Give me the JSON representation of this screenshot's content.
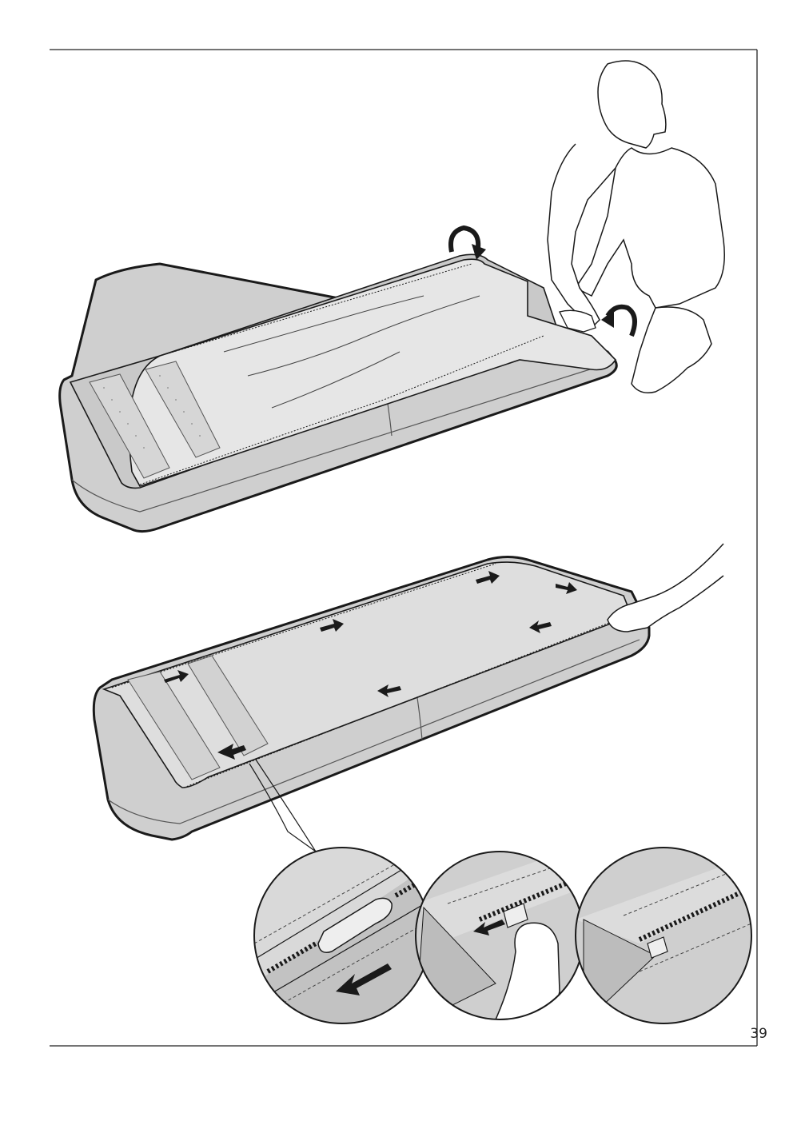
{
  "page": {
    "number": "39"
  },
  "colors": {
    "cushion_fill": "#cfcfcf",
    "cushion_top": "#dedede",
    "cover_inner": "#e6e6e6",
    "ink": "#1a1a1a",
    "arrow": "#1a1a1a",
    "background": "#ffffff"
  },
  "illustration": {
    "panels": [
      {
        "name": "open-cover-step",
        "icons": [
          "fold-cover-arrow-icon",
          "fold-cover-arrow-icon"
        ]
      },
      {
        "name": "close-zipper-step",
        "icons": [
          "arrow-right-icon",
          "arrow-left-icon"
        ]
      },
      {
        "name": "zipper-detail-step",
        "icons": [
          "zipper-pull-icon",
          "arrow-down-left-icon"
        ]
      }
    ]
  }
}
